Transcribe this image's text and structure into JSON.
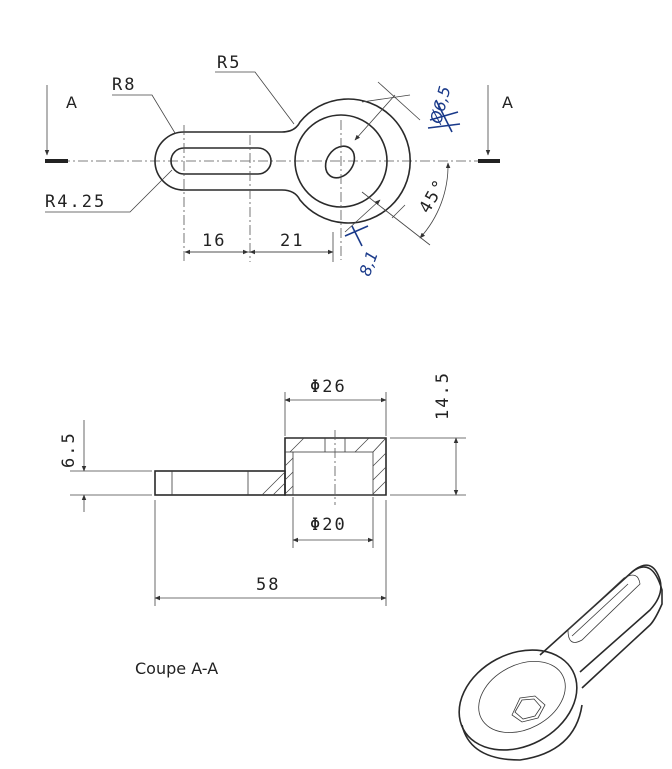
{
  "section_labels": {
    "left": "A",
    "right": "A"
  },
  "top_view": {
    "radius_outer": "R8",
    "radius_fillet": "R5",
    "radius_slot": "R4.25",
    "dim_a": "16",
    "dim_b": "21",
    "angle": "45°",
    "hand_note_1": "Ø6,5",
    "hand_note_2": "8,1"
  },
  "section_view": {
    "height_total": "14.5",
    "height_arm": "6.5",
    "diameter_outer": "Φ26",
    "diameter_inner": "Φ20",
    "length_total": "58"
  },
  "caption": "Coupe A-A"
}
